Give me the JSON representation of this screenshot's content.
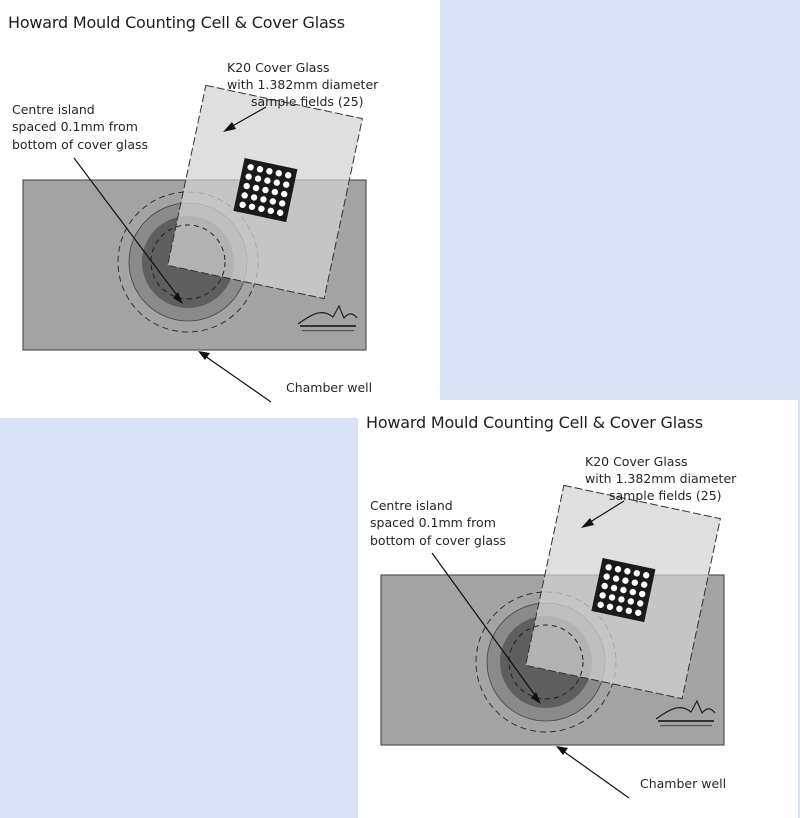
{
  "title": "Howard Mould Counting Cell & Cover Glass",
  "labels": {
    "cover_glass": [
      "K20 Cover Glass",
      "with 1.382mm diameter",
      "sample fields (25)"
    ],
    "centre_island": [
      "Centre island",
      "spaced 0.1mm from",
      "bottom of cover glass"
    ],
    "chamber_well": "Chamber well"
  },
  "sample_field_count": 25,
  "colors": {
    "background": "#d9e2f4",
    "panel": "#ffffff",
    "slide": "#a3a3a3",
    "well_ring": "#8a8a8a",
    "centre_island": "#5f5f5f",
    "cover_glass": "#d2d2d2",
    "sample_grid": "#1a1a1a"
  }
}
